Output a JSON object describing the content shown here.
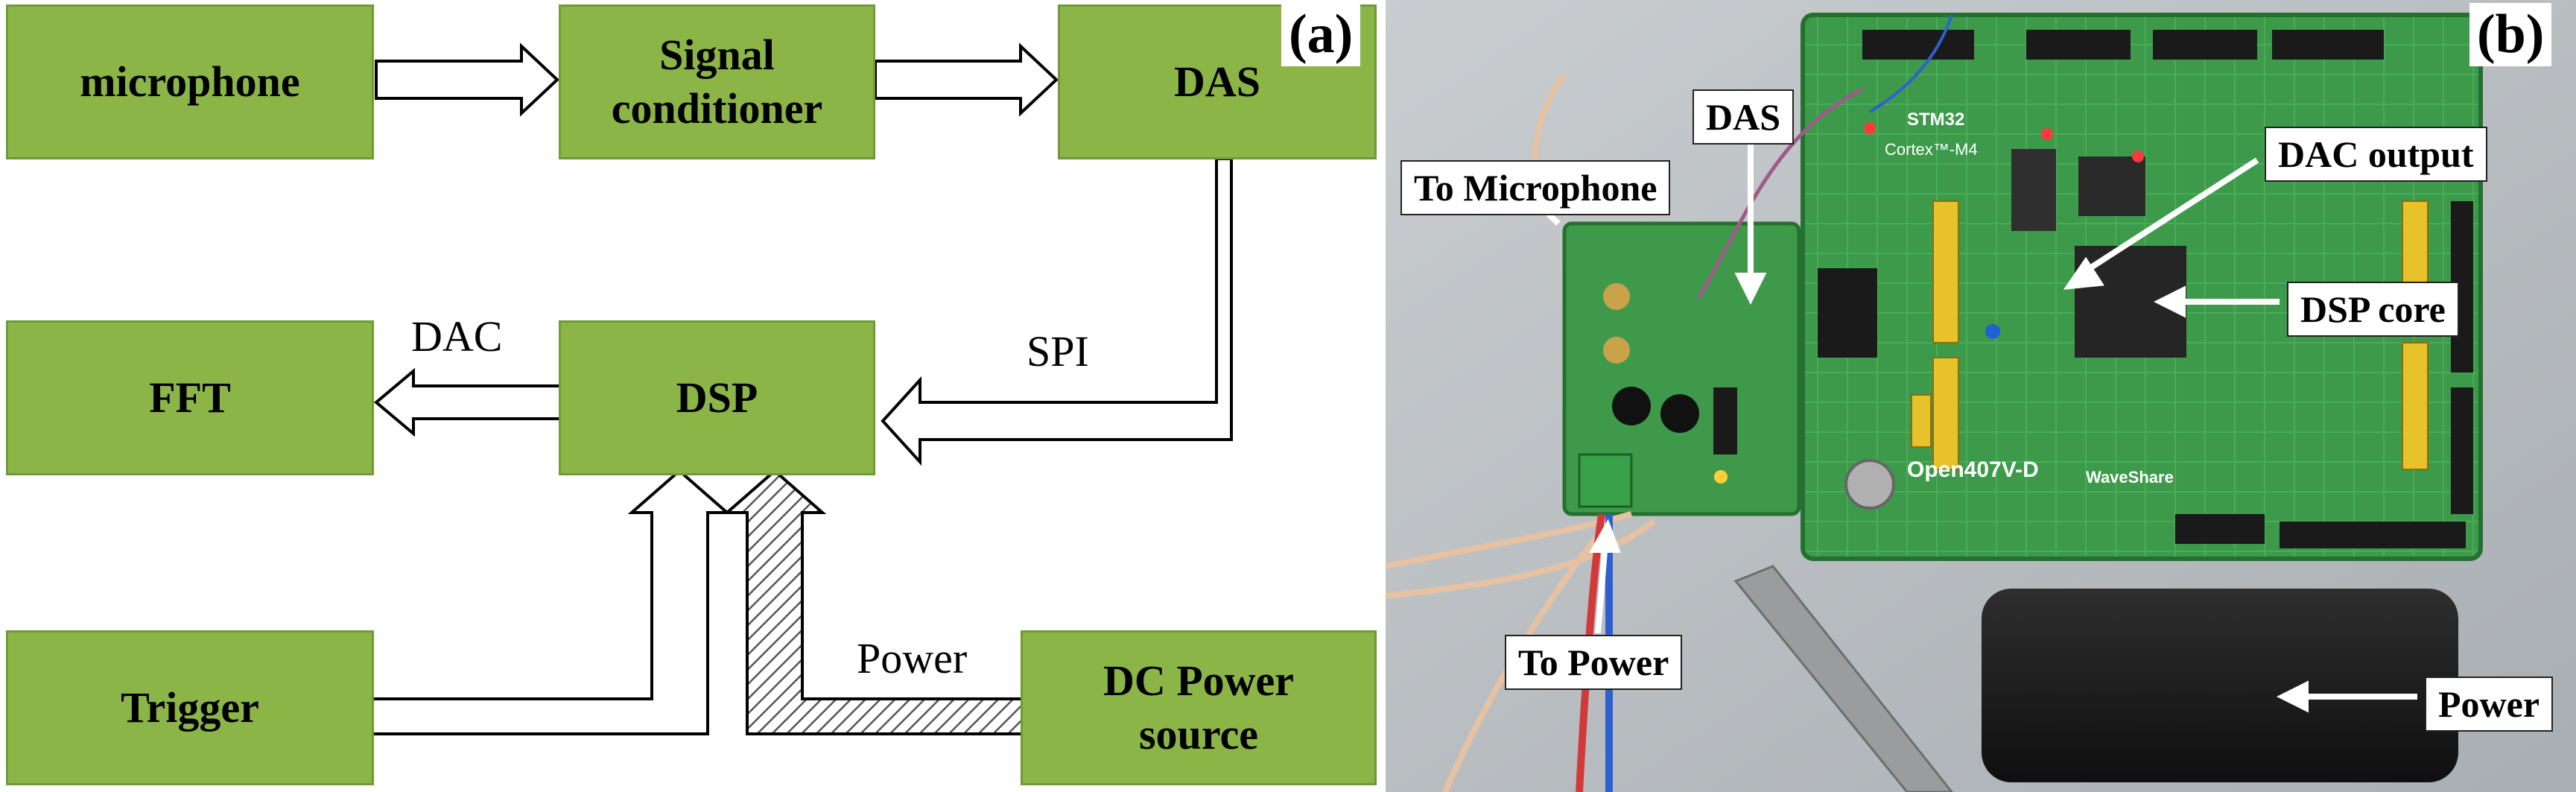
{
  "panel_a": {
    "label": "(a)",
    "blocks": {
      "microphone": "microphone",
      "signal_conditioner": "Signal\nconditioner",
      "das": "DAS",
      "fft": "FFT",
      "dsp": "DSP",
      "trigger": "Trigger",
      "dc_power": "DC Power\nsource"
    },
    "flow_labels": {
      "dac": "DAC",
      "spi": "SPI",
      "power": "Power"
    }
  },
  "panel_b": {
    "label": "(b)",
    "callouts": {
      "das": "DAS",
      "to_microphone": "To Microphone",
      "dac_output": "DAC output",
      "dsp_core": "DSP core",
      "to_power": "To Power",
      "power": "Power"
    },
    "board_text": {
      "open407": "Open407V-D",
      "waveshare": "WaveShare",
      "stm32": "STM32",
      "cortex": "Cortex™-M4"
    }
  }
}
